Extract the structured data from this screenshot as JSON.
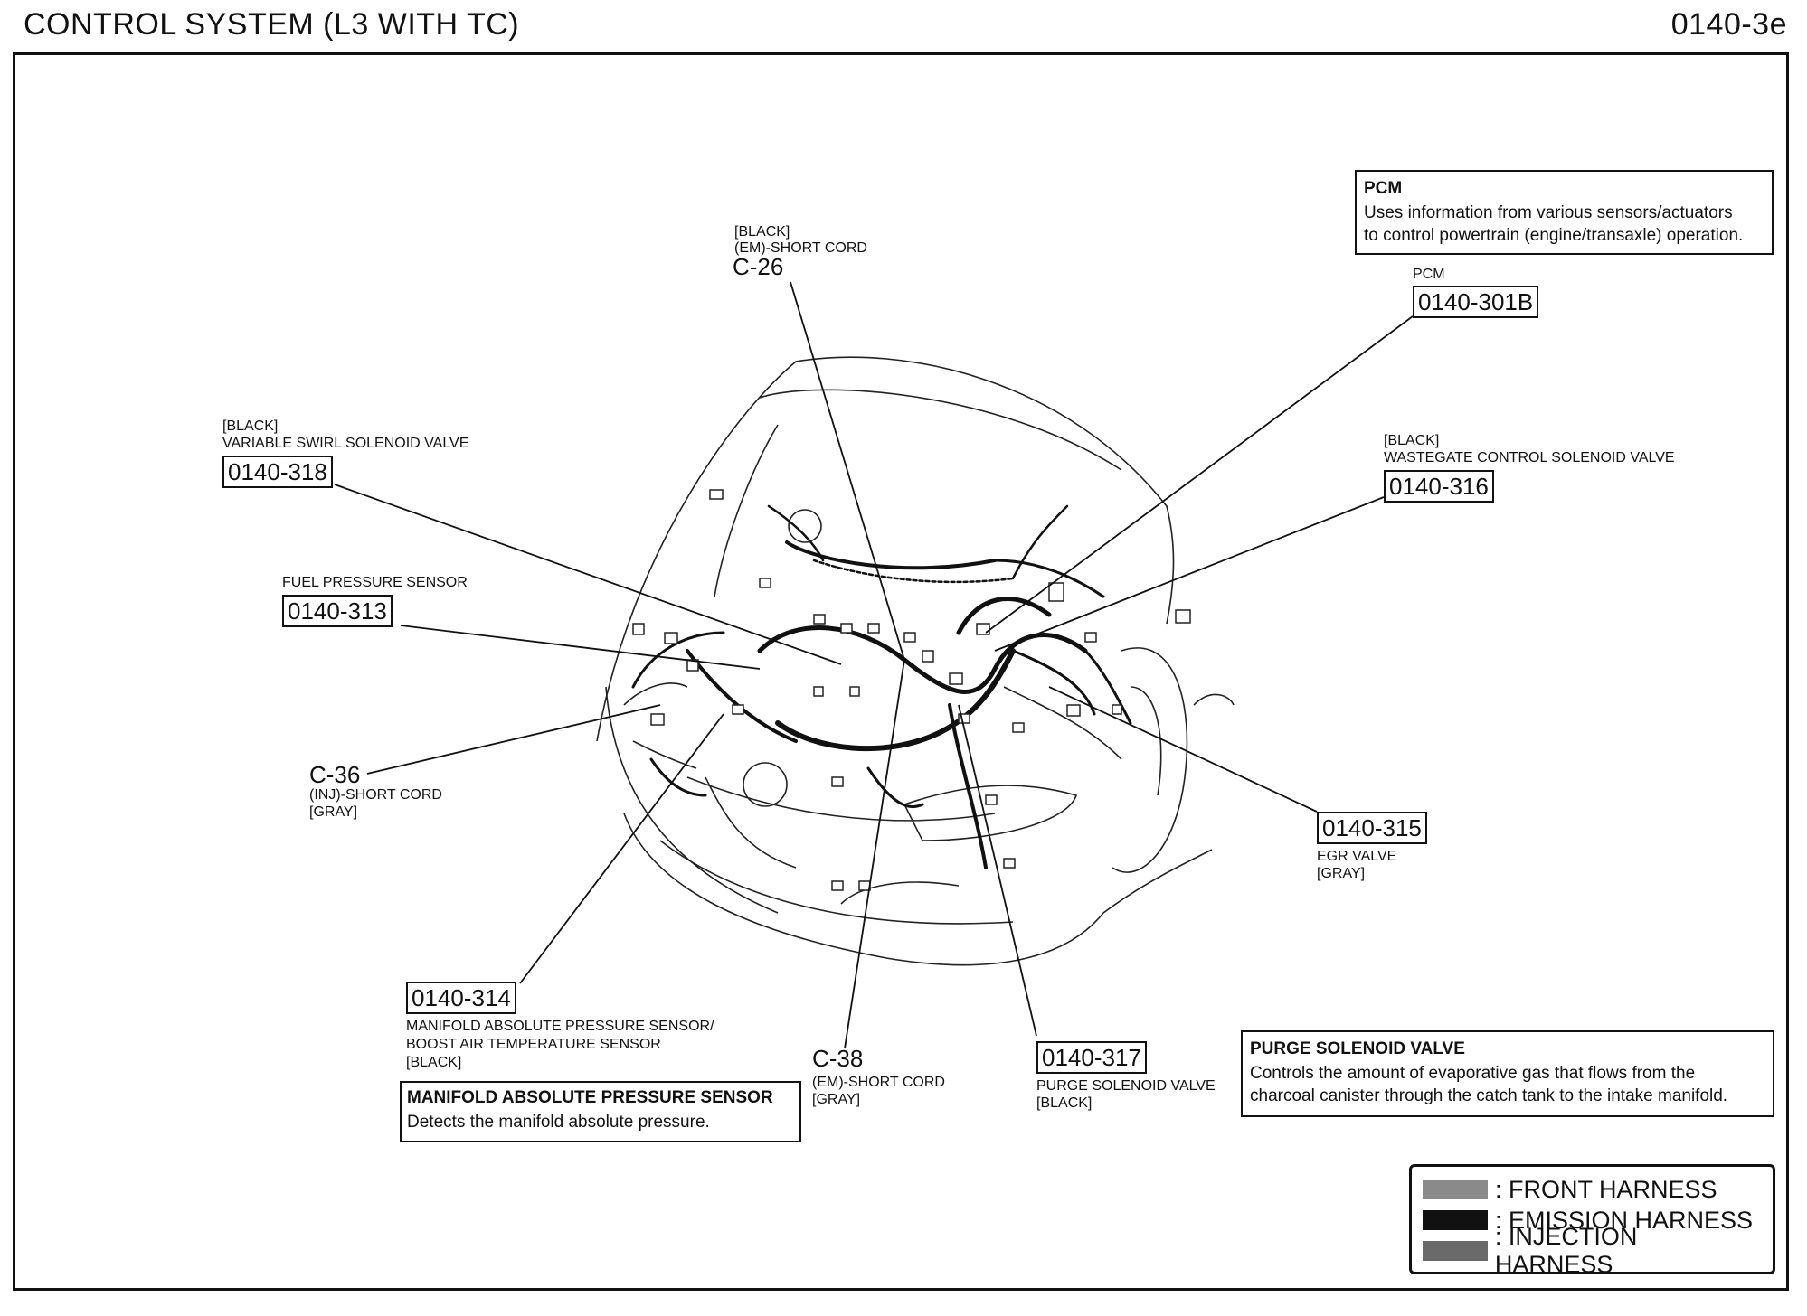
{
  "header": {
    "title": "CONTROL SYSTEM (L3 WITH TC)",
    "page_code": "0140-3e"
  },
  "components": {
    "c26": {
      "color": "[BLACK]",
      "type": "(EM)-SHORT CORD",
      "code": "C-26"
    },
    "pcm": {
      "name": "PCM",
      "code": "0140-301B"
    },
    "c318": {
      "color": "[BLACK]",
      "name": "VARIABLE SWIRL SOLENOID VALVE",
      "code": "0140-318"
    },
    "c316": {
      "color": "[BLACK]",
      "name": "WASTEGATE CONTROL SOLENOID VALVE",
      "code": "0140-316"
    },
    "c313": {
      "name": "FUEL PRESSURE SENSOR",
      "code": "0140-313"
    },
    "c36": {
      "code": "C-36",
      "type": "(INJ)-SHORT CORD",
      "color": "[GRAY]"
    },
    "c315": {
      "code": "0140-315",
      "name": "EGR VALVE",
      "color": "[GRAY]"
    },
    "c314": {
      "code": "0140-314",
      "name_line1": "MANIFOLD ABSOLUTE PRESSURE SENSOR/",
      "name_line2": "BOOST AIR TEMPERATURE SENSOR",
      "color": "[BLACK]"
    },
    "c38": {
      "code": "C-38",
      "type": "(EM)-SHORT CORD",
      "color": "[GRAY]"
    },
    "c317": {
      "code": "0140-317",
      "name": "PURGE SOLENOID VALVE",
      "color": "[BLACK]"
    }
  },
  "info_boxes": {
    "pcm": {
      "heading": "PCM",
      "line1": "Uses information from various sensors/actuators",
      "line2": "to control powertrain (engine/transaxle) operation."
    },
    "map": {
      "heading": "MANIFOLD ABSOLUTE PRESSURE SENSOR",
      "line1": "Detects the manifold absolute pressure."
    },
    "purge": {
      "heading": "PURGE SOLENOID VALVE",
      "line1": "Controls the amount of evaporative gas that flows from the",
      "line2": "charcoal canister through the catch tank to the intake manifold."
    }
  },
  "legend": [
    {
      "label": ": FRONT HARNESS",
      "color": "#8a8a8a"
    },
    {
      "label": ": EMISSION HARNESS",
      "color": "#111111"
    },
    {
      "label": ": INJECTION HARNESS",
      "color": "#6a6a6a"
    }
  ]
}
